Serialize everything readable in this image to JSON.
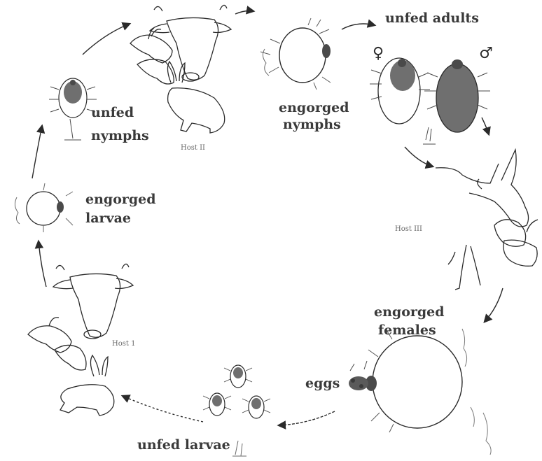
{
  "labels": {
    "unfed_adults": "unfed adults",
    "female_symbol": "♀",
    "male_symbol": "♂",
    "engorged_nymphs_1": "engorged",
    "engorged_nymphs_2": "nymphs",
    "unfed_nymphs_1": "unfed",
    "unfed_nymphs_2": "nymphs",
    "host_ii": "Host II",
    "engorged_larvae_1": "engorged",
    "engorged_larvae_2": "larvae",
    "host_iii": "Host III",
    "host_i": "Host 1",
    "engorged_females_1": "engorged",
    "engorged_females_2": "females",
    "eggs": "eggs",
    "unfed_larvae": "unfed larvae"
  },
  "colors": {
    "ink": "#2a2a2a",
    "tick_body": "#6f6f6f",
    "tick_scutum": "#4a4a4a",
    "paper": "#ffffff"
  }
}
